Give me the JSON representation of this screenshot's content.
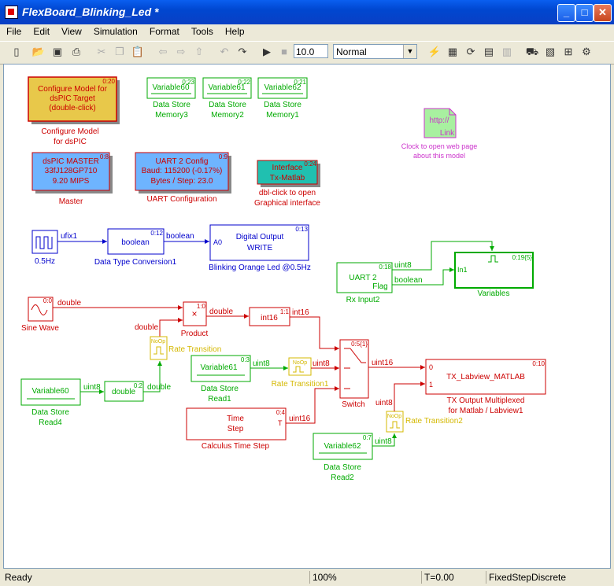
{
  "window": {
    "title": "FlexBoard_Blinking_Led *",
    "minimize": "_",
    "maximize": "□",
    "close": "✕"
  },
  "menu": [
    "File",
    "Edit",
    "View",
    "Simulation",
    "Format",
    "Tools",
    "Help"
  ],
  "toolbar": {
    "sim_time": "10.0",
    "sim_mode": "Normal"
  },
  "colors": {
    "red": "#cc0000",
    "green": "#00aa00",
    "blue": "#0000cc",
    "yellow": "#d4b800",
    "magenta": "#cc33cc"
  },
  "blocks": {
    "configure": {
      "text1": "Configure Model for",
      "text2": "dsPIC Target",
      "text3": "(double-click)",
      "id": "0:20",
      "caption1": "Configure Model",
      "caption2": "for dsPIC"
    },
    "var60_mem": {
      "text": "Variable60",
      "id": "0:23",
      "caption1": "Data Store",
      "caption2": "Memory3"
    },
    "var61_mem": {
      "text": "Variable61",
      "id": "0:22",
      "caption1": "Data Store",
      "caption2": "Memory2"
    },
    "var62_mem": {
      "text": "Variable62",
      "id": "0:21",
      "caption1": "Data Store",
      "caption2": "Memory1"
    },
    "weblink": {
      "text1": "http://",
      "text2": "Link",
      "caption1": "Clock to open web page",
      "caption2": "about this model"
    },
    "master": {
      "text1": "dsPIC MASTER",
      "text2": "33fJ128GP710",
      "text3": "9.20 MIPS",
      "id": "0:8",
      "caption": "Master"
    },
    "uart_config": {
      "text1": "UART 2 Config",
      "text2": "Baud: 115200 (-0.17%)",
      "text3": "Bytes / Step: 23.0",
      "id": "0:9",
      "caption": "UART Configuration"
    },
    "interface": {
      "text1": "Interface",
      "text2": "Tx-Matlab",
      "id": "0:24",
      "caption1": "dbl-click to open",
      "caption2": "Graphical interface"
    },
    "pulse": {
      "caption": "0.5Hz",
      "out": "ufix1"
    },
    "dtc": {
      "text": "boolean",
      "id": "0:12",
      "caption": "Data Type Conversion1",
      "out": "boolean"
    },
    "digout": {
      "text1": "Digital Output",
      "text2": "WRITE",
      "port": "A0",
      "id": "0:13",
      "caption": "Blinking Orange Led @0.5Hz"
    },
    "uart_rx": {
      "text1": "UART 2",
      "text2": "Flag",
      "id": "0:18",
      "caption": "Rx Input2",
      "out1": "uint8",
      "out2": "boolean"
    },
    "variables": {
      "port": "In1",
      "id": "0:19{5}",
      "caption": "Variables"
    },
    "sine": {
      "caption": "Sine Wave",
      "id": "0:0",
      "out": "double"
    },
    "product": {
      "symbol": "×",
      "id": "1:0",
      "caption": "Product",
      "out": "double",
      "in2": "double"
    },
    "int16": {
      "text": "int16",
      "id": "1:1",
      "out": "int16"
    },
    "rate_trans": {
      "text": "NoOp",
      "caption": "Rate Transition"
    },
    "var61_read": {
      "text": "Variable61",
      "id": "0:3",
      "caption1": "Data Store",
      "caption2": "Read1",
      "out": "uint8"
    },
    "rate_trans1": {
      "text": "NoOp",
      "caption": "Rate Transition1",
      "out": "uint8"
    },
    "switch": {
      "id": "0:5{1}",
      "caption": "Switch",
      "out": "uint16"
    },
    "tx_labview": {
      "text": "TX_Labview_MATLAB",
      "id": "0:10",
      "port0": "0",
      "port1": "1",
      "caption1": "TX Output Multiplexed",
      "caption2": "for Matlab / Labview1"
    },
    "var60_read": {
      "text": "Variable60",
      "caption1": "Data Store",
      "caption2": "Read4",
      "out": "uint8"
    },
    "double_conv": {
      "text": "double",
      "id": "0:2",
      "out": "double"
    },
    "timestep": {
      "text1": "Time",
      "text2": "Step",
      "port": "T",
      "id": "0:4",
      "caption": "Calculus Time Step",
      "out": "uint16"
    },
    "rate_trans2": {
      "text": "NoOp",
      "caption": "Rate Transition2",
      "in": "uint8"
    },
    "var62_read": {
      "text": "Variable62",
      "id": "0:7",
      "caption1": "Data Store",
      "caption2": "Read2",
      "out": "uint8"
    }
  },
  "status": {
    "left": "Ready",
    "zoom": "100%",
    "time": "T=0.00",
    "solver": "FixedStepDiscrete"
  }
}
